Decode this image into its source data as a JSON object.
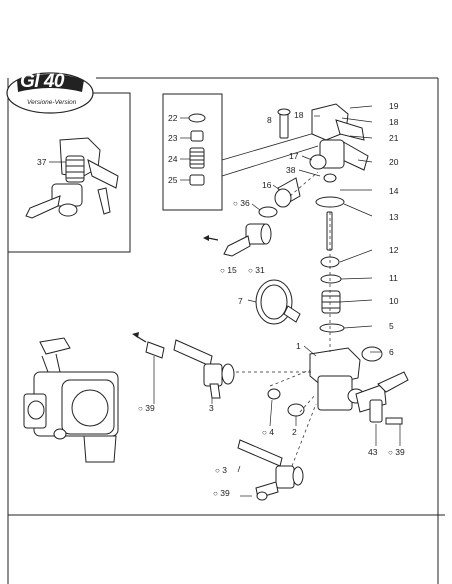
{
  "badge": {
    "title": "GI 40",
    "subtitle": "Versione-Version"
  },
  "callouts": {
    "c37": "37",
    "c22": "22",
    "c23": "23",
    "c24": "24",
    "c25": "25",
    "c8": "8",
    "c18a": "18",
    "c19": "19",
    "c18b": "18",
    "c21": "21",
    "c20": "20",
    "c17": "17",
    "c38": "38",
    "c16": "16",
    "c14": "14",
    "c13": "13",
    "c36": "36",
    "c15": "15",
    "c31": "31",
    "c12": "12",
    "c11": "11",
    "c7": "7",
    "c10": "10",
    "c5": "5",
    "c1": "1",
    "c6": "6",
    "c39a": "39",
    "c3a": "3",
    "c4": "4",
    "c2": "2",
    "c43": "43",
    "c39b": "39",
    "c3b": "3",
    "c39c": "39"
  }
}
